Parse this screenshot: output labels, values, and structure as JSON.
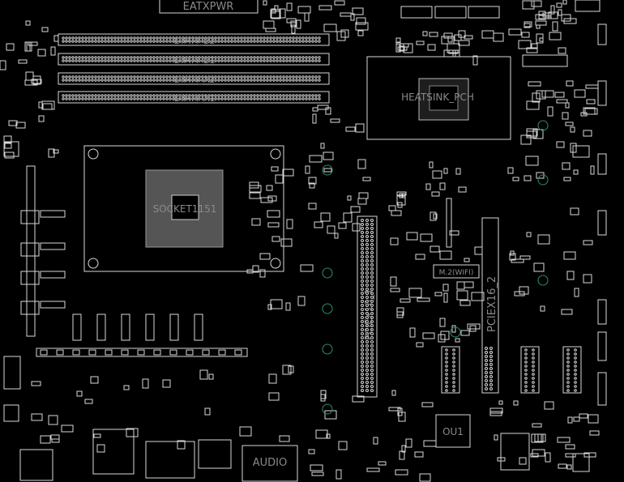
{
  "board": {
    "colors": {
      "outline": "#d8d8d8",
      "label": "#8a8a8a",
      "via": "#2e8b74",
      "background": "#000000"
    },
    "labels": {
      "power": "EATXPWR",
      "dimm_b2": "DIMM_B2",
      "dimm_b1": "DIMM_B1",
      "dimm_a2": "DIMM_A2",
      "dimm_a1": "DIMM_A1",
      "pch": "HEATSINK_PCH",
      "socket": "SOCKET1151",
      "m2": "M.2(WIFI)",
      "pcie1": "PCIEX16_1",
      "pcie2": "PCIEX16_2",
      "chip": "OU1",
      "audio": "AUDIO"
    }
  }
}
